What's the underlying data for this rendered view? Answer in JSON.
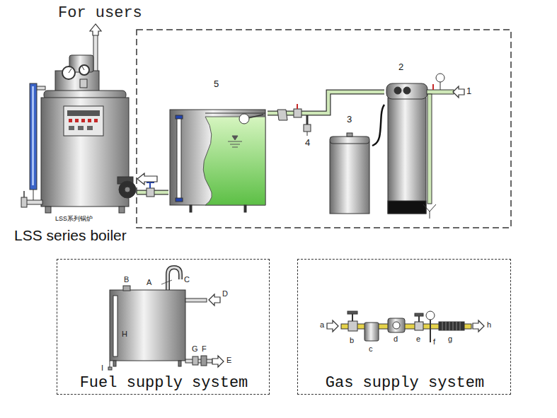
{
  "diagram": {
    "nodes": [
      {
        "text": [
          "LSS系列锅炉",
          "LSS series boiler"
        ]
      },
      {
        "text": [
          "5"
        ]
      },
      {
        "text": [
          "3"
        ]
      },
      {
        "text": [
          "2"
        ]
      },
      {
        "text": [
          "Fuel supply system"
        ]
      },
      {
        "text": [
          "Gas supply system"
        ]
      }
    ],
    "edges": [
      {
        "from": 1,
        "to": 0,
        "arrow": "none"
      },
      {
        "from": 3,
        "to": 1,
        "arrow": "none"
      },
      {
        "from": 2,
        "to": 3,
        "arrow": "none"
      }
    ],
    "labels": [
      "For users",
      "1",
      "4",
      "B",
      "A",
      "C",
      "D",
      "H",
      "G",
      "F",
      "E",
      "I",
      "a",
      "b",
      "c",
      "d",
      "e",
      "f",
      "g",
      "h"
    ]
  }
}
